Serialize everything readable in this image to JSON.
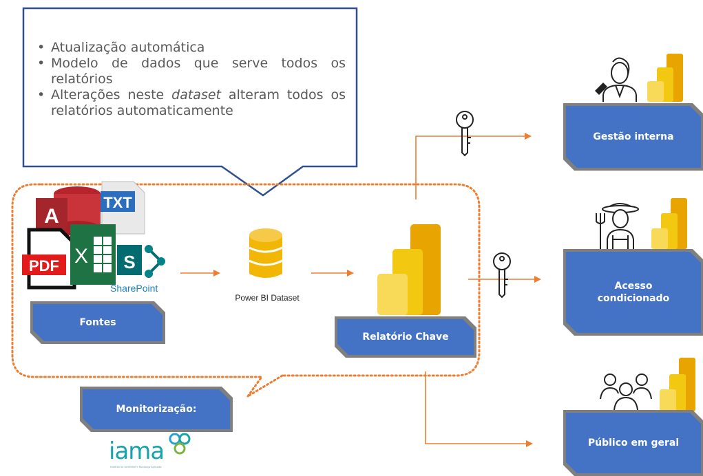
{
  "callout": {
    "bullets": [
      {
        "parts": [
          "Atualização automática"
        ]
      },
      {
        "parts": [
          "Modelo de dados que serve todos os relatórios"
        ]
      },
      {
        "parts": [
          "Alterações neste ",
          "dataset",
          " alteram todos os relatórios automaticamente"
        ]
      }
    ]
  },
  "sources": {
    "box_label": "Fontes",
    "icons": [
      "access-icon",
      "txt-file-icon",
      "pdf-icon",
      "excel-icon",
      "sharepoint-icon"
    ],
    "txt_text": "TXT",
    "pdf_text": "PDF",
    "excel_text": "X",
    "access_text": "A",
    "sharepoint_s": "S",
    "sharepoint_label": "SharePoint"
  },
  "dataset": {
    "label": "Power BI Dataset",
    "icon": "database-icon"
  },
  "report": {
    "box_label": "Relatório Chave",
    "icon": "power-bi-icon"
  },
  "monitoring": {
    "box_label": "Monitorização:",
    "logo_text": "iama",
    "logo_subtitle": "Instituto de Ambiente e Mudança Aplicada"
  },
  "audiences": [
    {
      "label": "Gestão interna",
      "icon": "manager-person-icon",
      "access_icon": "key-icon"
    },
    {
      "label": "Acesso condicionado",
      "icon": "farmer-person-icon",
      "access_icon": "key-icon"
    },
    {
      "label": "Público em geral",
      "icon": "people-group-icon"
    }
  ],
  "colors": {
    "box_fill": "#4472c4",
    "arrow": "#ed7d31",
    "callout_border": "#2f4f8f",
    "powerbi_yellow": "#f2c811"
  }
}
